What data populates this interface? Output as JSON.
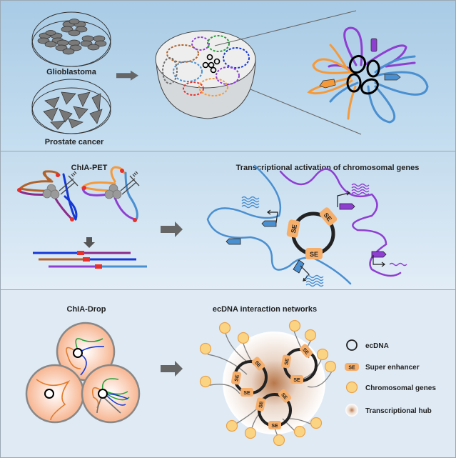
{
  "panel1": {
    "label_glioblastoma": "Glioblastoma",
    "label_prostate": "Prostate cancer"
  },
  "panel2": {
    "title_left": "ChIA-PET",
    "title_right": "Transcriptional activation of chromosomal genes",
    "se_label": "SE"
  },
  "panel3": {
    "title_left": "ChIA-Drop",
    "title_right": "ecDNA interaction networks",
    "se_label": "SE",
    "legend": [
      {
        "icon": "ecdna-ring-icon",
        "label": "ecDNA"
      },
      {
        "icon": "super-enhancer-icon",
        "label": "Super enhancer",
        "badge": "SE"
      },
      {
        "icon": "chromosomal-gene-icon",
        "label": "Chromosomal genes"
      },
      {
        "icon": "transcriptional-hub-icon",
        "label": "Transcriptional hub"
      }
    ]
  },
  "colors": {
    "purple": "#8e3fd1",
    "orange": "#f59a3a",
    "blue": "#4a8fd0",
    "dark_blue": "#1538d6",
    "brown": "#b0622a",
    "red": "#e8312a",
    "green": "#27a03a",
    "gray": "#707070",
    "se_fill": "#f6ae6b",
    "gene_fill": "#fbd483"
  }
}
